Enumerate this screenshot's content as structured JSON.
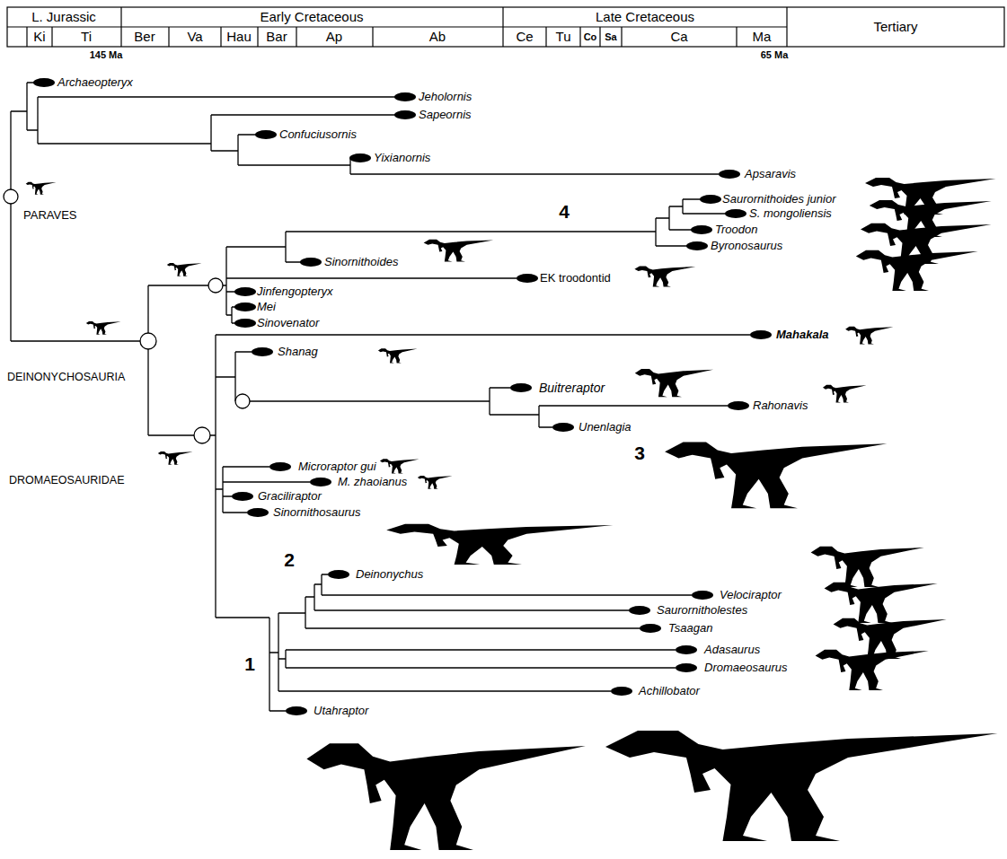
{
  "diagram": {
    "labels": [
      "L. Jurassic",
      "Early Cretaceous",
      "Late Cretaceous",
      "Tertiary",
      "Ki",
      "Ti",
      "Ber",
      "Va",
      "Hau",
      "Bar",
      "Ap",
      "Ab",
      "Ce",
      "Tu",
      "Co",
      "Sa",
      "Ca",
      "Ma",
      "145 Ma",
      "65 Ma",
      "Archaeopteryx",
      "Jeholornis",
      "Sapeornis",
      "Confuciusornis",
      "Yixianornis",
      "Apsaravis",
      "PARAVES",
      "4",
      "Saurornithoides junior",
      "S. mongoliensis",
      "Troodon",
      "Byronosaurus",
      "Sinornithoides",
      "EK troodontid",
      "Jinfengopteryx",
      "Mei",
      "Sinovenator",
      "DEINONYCHOSAURIA",
      "Mahakala",
      "Shanag",
      "Buitreraptor",
      "Rahonavis",
      "Unenlagia",
      "3",
      "Microraptor gui",
      "M. zhaoianus",
      "Graciliraptor",
      "Sinornithosaurus",
      "DROMAEOSAURIDAE",
      "2",
      "Deinonychus",
      "Velociraptor",
      "Saurornitholestes",
      "Tsaagan",
      "Adasaurus",
      "Dromaeosaurus",
      "1",
      "Achillobator",
      "Utahraptor"
    ]
  }
}
